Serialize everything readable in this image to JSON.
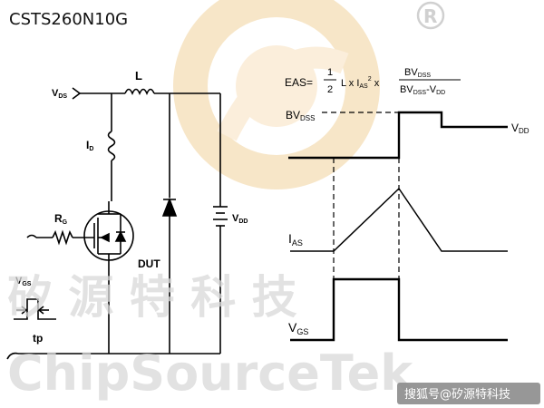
{
  "part_number": "CSTS260N10G",
  "registered_mark": "®",
  "watermark": {
    "cn": "矽 源 特 科 技",
    "en": "ChipSourceTek"
  },
  "credit": "搜狐号@矽源特科技",
  "circuit": {
    "vds": "V",
    "vds_sub": "DS",
    "inductor": "L",
    "current": "I",
    "current_sub": "D",
    "gate_res": "R",
    "gate_res_sub": "G",
    "dut": "DUT",
    "vgs": "V",
    "vgs_sub": "GS",
    "pulse_width": "tp",
    "vdd": "V",
    "vdd_sub": "DD"
  },
  "equation": {
    "lhs": "EAS=",
    "num": "1",
    "den": "2",
    "mid1": "L x I",
    "ias_sub": "AS",
    "sq": "2",
    "mid2": " x ",
    "frac_num": "BV",
    "frac_num_sub": "DSS",
    "frac_den": "BV",
    "frac_den_sub": "DSS",
    "frac_den_tail": "-V",
    "frac_den_tail_sub": "DD"
  },
  "waveform_labels": {
    "bvdss": "BV",
    "bvdss_sub": "DSS",
    "vdd": "V",
    "vdd_sub": "DD",
    "ias": "I",
    "ias_sub": "AS",
    "vgs": "V",
    "vgs_sub": "GS"
  },
  "colors": {
    "line": "#000000",
    "watermark": "#d9d9d9",
    "logo_ring": "#f6e3c4",
    "credit_bg": "#8c8c8c"
  }
}
